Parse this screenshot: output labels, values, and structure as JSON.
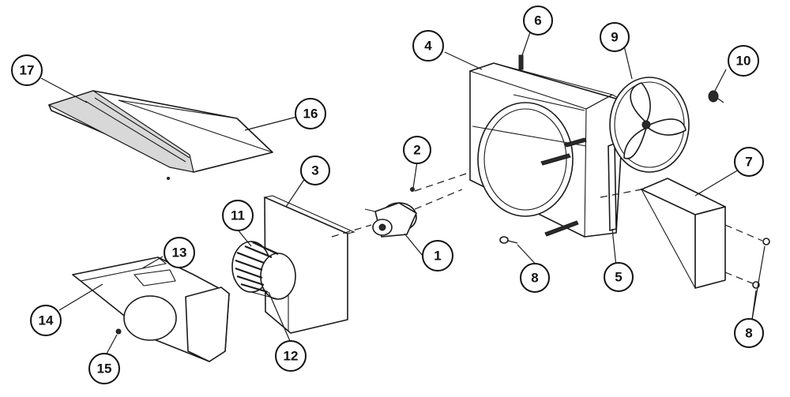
{
  "callouts": [
    {
      "id": "callout-1",
      "label": "1"
    },
    {
      "id": "callout-2",
      "label": "2"
    },
    {
      "id": "callout-3",
      "label": "3"
    },
    {
      "id": "callout-4",
      "label": "4"
    },
    {
      "id": "callout-5",
      "label": "5"
    },
    {
      "id": "callout-6",
      "label": "6"
    },
    {
      "id": "callout-7",
      "label": "7"
    },
    {
      "id": "callout-8a",
      "label": "8"
    },
    {
      "id": "callout-8b",
      "label": "8"
    },
    {
      "id": "callout-9",
      "label": "9"
    },
    {
      "id": "callout-10",
      "label": "10"
    },
    {
      "id": "callout-11",
      "label": "11"
    },
    {
      "id": "callout-12",
      "label": "12"
    },
    {
      "id": "callout-13",
      "label": "13"
    },
    {
      "id": "callout-14",
      "label": "14"
    },
    {
      "id": "callout-15",
      "label": "15"
    },
    {
      "id": "callout-16",
      "label": "16"
    },
    {
      "id": "callout-17",
      "label": "17"
    }
  ],
  "colors": {
    "ink": "#1a1a1a",
    "paper": "#ffffff"
  }
}
